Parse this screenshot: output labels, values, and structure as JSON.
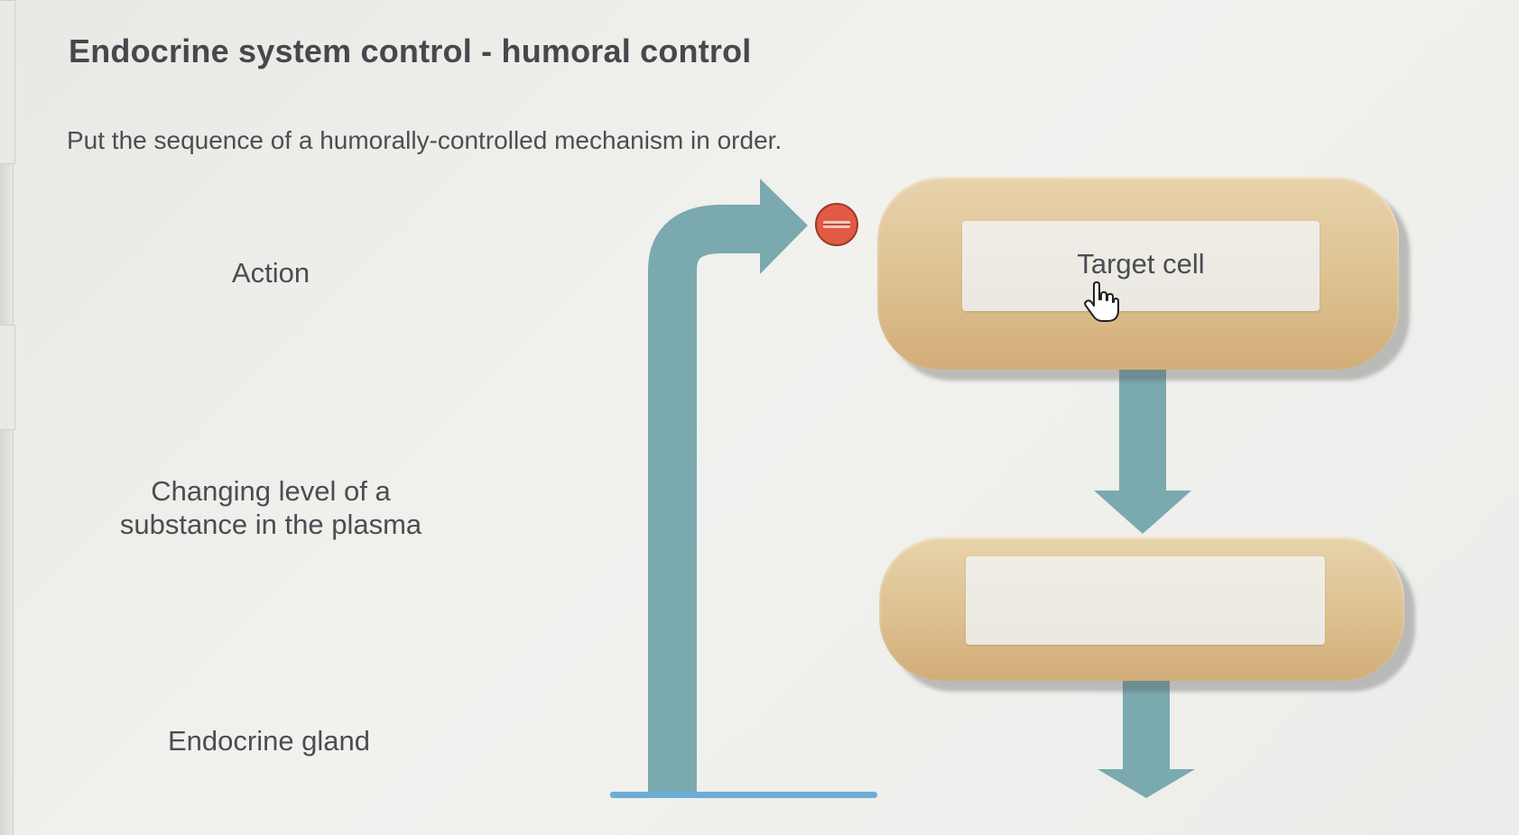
{
  "header": {
    "title": "Endocrine system control - humoral control"
  },
  "instruction": "Put the sequence of a humorally-controlled mechanism in order.",
  "drag_items": [
    {
      "label": "Action"
    },
    {
      "label": "Changing level of a substance in the plasma"
    },
    {
      "label": "Endocrine gland"
    }
  ],
  "drop_slots": {
    "top": {
      "value": "Target cell"
    },
    "bottom": {
      "value": ""
    }
  },
  "icons": {
    "inhibit": "minus-circle-icon",
    "cursor": "hand-pointer-icon"
  },
  "colors": {
    "arrow": "#7aa9af",
    "pill": "#ddc190",
    "inhibit": "#e25a43",
    "baseline": "#6aaed6"
  }
}
